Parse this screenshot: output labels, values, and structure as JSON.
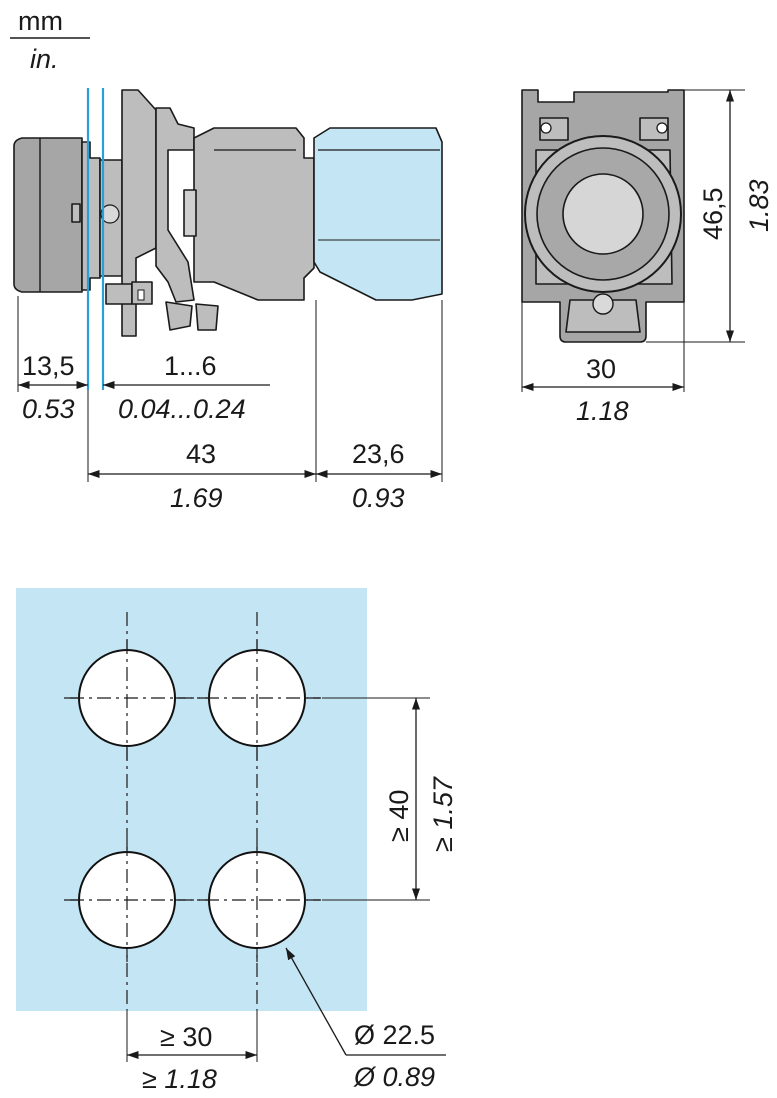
{
  "units": {
    "primary": "mm",
    "secondary": "in."
  },
  "side_view": {
    "front_depth": {
      "mm": "13,5",
      "in": "0.53"
    },
    "panel_thickness": {
      "mm": "1...6",
      "in": "0.04...0.24"
    },
    "body_depth": {
      "mm": "43",
      "in": "1.69"
    },
    "extra_block": {
      "mm": "23,6",
      "in": "0.93"
    }
  },
  "front_view": {
    "height": {
      "mm": "46,5",
      "in": "1.83"
    },
    "width": {
      "mm": "30",
      "in": "1.18"
    }
  },
  "panel_cutout": {
    "vertical_spacing": {
      "mm": "≥ 40",
      "in": "≥ 1.57"
    },
    "horizontal_spacing": {
      "mm": "≥ 30",
      "in": "≥ 1.18"
    },
    "hole_diameter": {
      "mm": "Ø 22.5",
      "in": "Ø 0.89"
    }
  },
  "colors": {
    "panel": "#c4e5f4",
    "metal": "#bdbdbd",
    "line": "#1a1a1a"
  }
}
